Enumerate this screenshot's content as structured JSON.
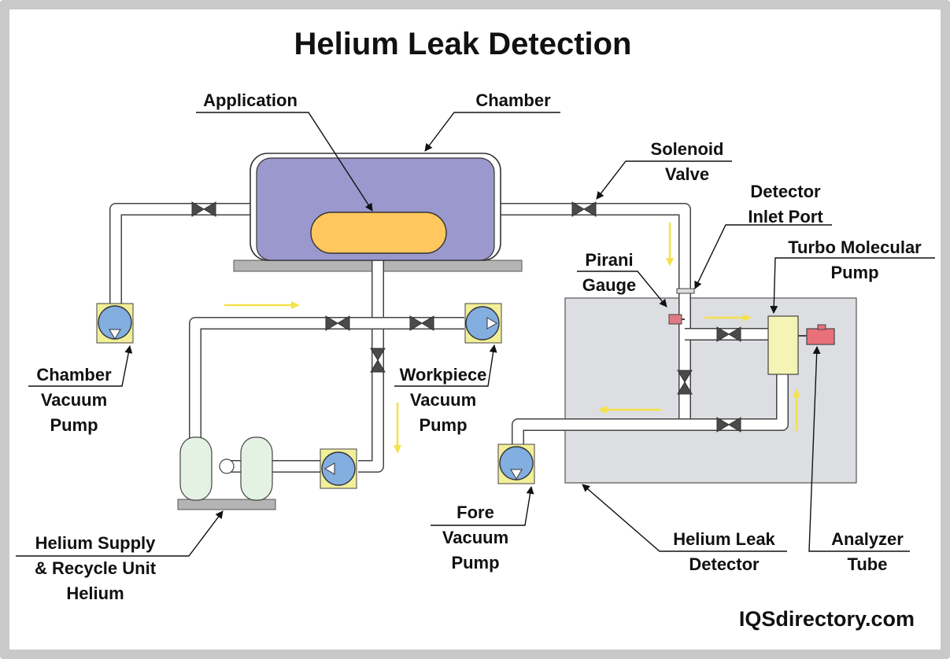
{
  "title": "Helium Leak Detection",
  "brand": "IQSdirectory.com",
  "labels": {
    "application": "Application",
    "chamber": "Chamber",
    "solenoid_valve": [
      "Solenoid",
      "Valve"
    ],
    "detector_inlet_port": [
      "Detector",
      "Inlet Port"
    ],
    "pirani_gauge": [
      "Pirani",
      "Gauge"
    ],
    "turbo_molecular_pump": [
      "Turbo Molecular",
      "Pump"
    ],
    "chamber_vacuum_pump": [
      "Chamber",
      "Vacuum",
      "Pump"
    ],
    "workpiece_vacuum_pump": [
      "Workpiece",
      "Vacuum",
      "Pump"
    ],
    "helium_supply_recycle_unit": [
      "Helium Supply",
      "& Recycle Unit",
      "Helium"
    ],
    "fore_vacuum_pump": [
      "Fore",
      "Vacuum",
      "Pump"
    ],
    "helium_leak_detector": [
      "Helium Leak",
      "Detector"
    ],
    "analyzer_tube": [
      "Analyzer",
      "Tube"
    ]
  },
  "colors": {
    "chamber_fill": "#9a98cc",
    "application_fill": "#ffc75e",
    "pump_fill": "#82aee0",
    "pump_box": "#f2ef9a",
    "detector_box": "#dcdee2",
    "turbo_pump": "#f4f4b4",
    "analyzer_tube": "#e8707a",
    "pirani_gauge": "#e07a82",
    "helium_tank": "#e4f2e4",
    "flow_arrow": "#f4e24a"
  }
}
